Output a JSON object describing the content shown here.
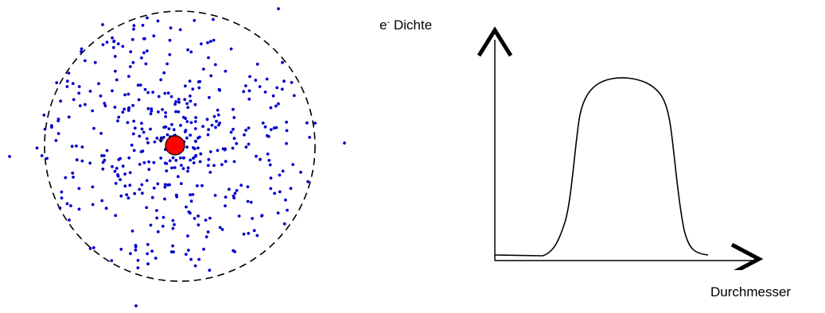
{
  "y_axis": {
    "label_prefix": "e",
    "label_superscript": "-",
    "label_rest": " Dichte"
  },
  "x_axis": {
    "label": "Durchmesser"
  },
  "colors": {
    "electron": "#0000cc",
    "nucleus": "#ff0000",
    "boundary": "#000000",
    "curve": "#000000"
  },
  "nucleus_marker": "+"
}
